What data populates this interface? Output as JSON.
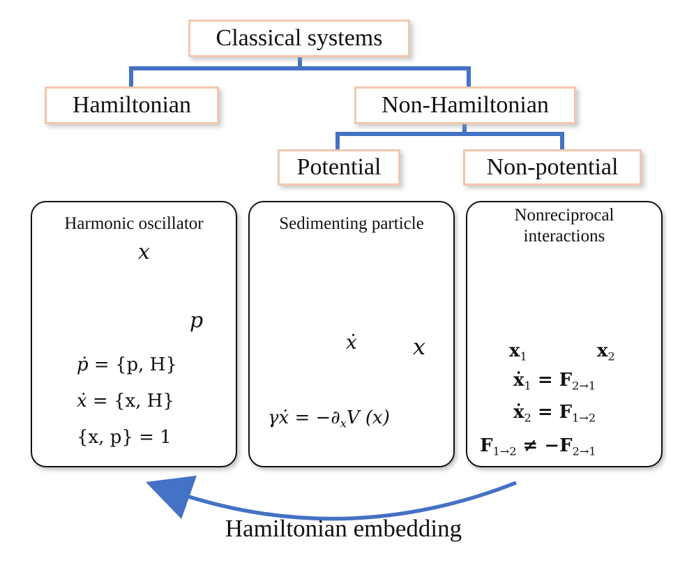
{
  "tree": {
    "root": "Classical systems",
    "left": "Hamiltonian",
    "right": "Non-Hamiltonian",
    "potential": "Potential",
    "non_potential": "Non-potential"
  },
  "panels": {
    "harmonic": {
      "title": "Harmonic oscillator",
      "x_label": "x",
      "p_label": "p",
      "eq1_lhs": "ṗ",
      "eq1_rhs": " = {p, H}",
      "eq2_lhs": "ẋ",
      "eq2_rhs": " = {x, H}",
      "eq3": "{x, p} = 1"
    },
    "sedimenting": {
      "title": "Sedimenting particle",
      "xdot_label": "ẋ",
      "x_label": "x",
      "eq_lhs": "γẋ",
      "eq_rhs": " = −∂",
      "eq_sub": "x",
      "eq_tail": "V (x)"
    },
    "nonreciprocal": {
      "title_line1": "Nonreciprocal",
      "title_line2": "interactions",
      "bird1": "x",
      "bird1_sub": "1",
      "bird2": "x",
      "bird2_sub": "2",
      "eq1_lhs": "ẋ",
      "eq1_lhs_sub": "1",
      "eq1_rhs": " = F",
      "eq1_rhs_sub": "2→1",
      "eq2_lhs": "ẋ",
      "eq2_lhs_sub": "2",
      "eq2_rhs": " = F",
      "eq2_rhs_sub": "1→2",
      "eq3_a": "F",
      "eq3_a_sub": "1→2",
      "eq3_mid": " ≠ −F",
      "eq3_b_sub": "2→1"
    }
  },
  "caption": "Hamiltonian embedding",
  "colors": {
    "tree_line": "#4472c4",
    "box_border": "#f2c7ad",
    "arrow_orange": "#e67e22",
    "arrow_cyan": "#7ecae3",
    "fluid_orange": "#f0a040",
    "embedding_arrow": "#4472c4"
  }
}
